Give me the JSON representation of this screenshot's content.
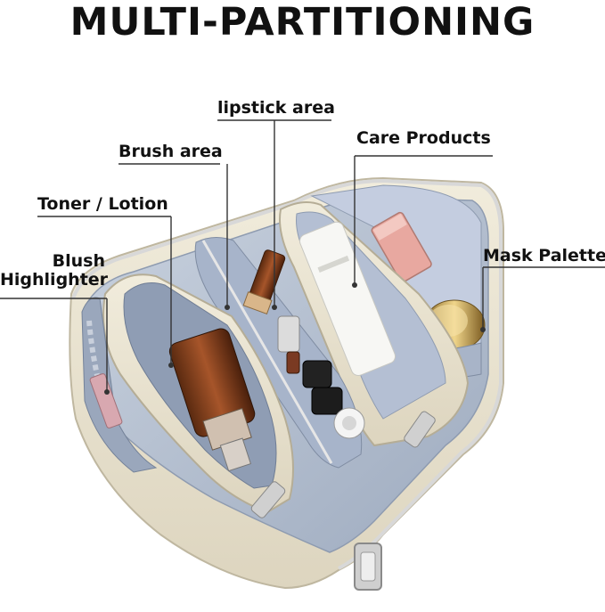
{
  "title": "MULTI-PARTITIONING",
  "labels": {
    "lipstick": "lipstick area",
    "care": "Care Products",
    "brush": "Brush area",
    "toner": "Toner / Lotion",
    "mask": "Mask Palette",
    "blush_line1": "Blush",
    "blush_line2": "Highlighter"
  },
  "colors": {
    "bag_cream": "#ece6d3",
    "lining_blue": "#b8c4d6",
    "zipper_silver": "#c9c9c9",
    "leader_line": "#333333"
  }
}
